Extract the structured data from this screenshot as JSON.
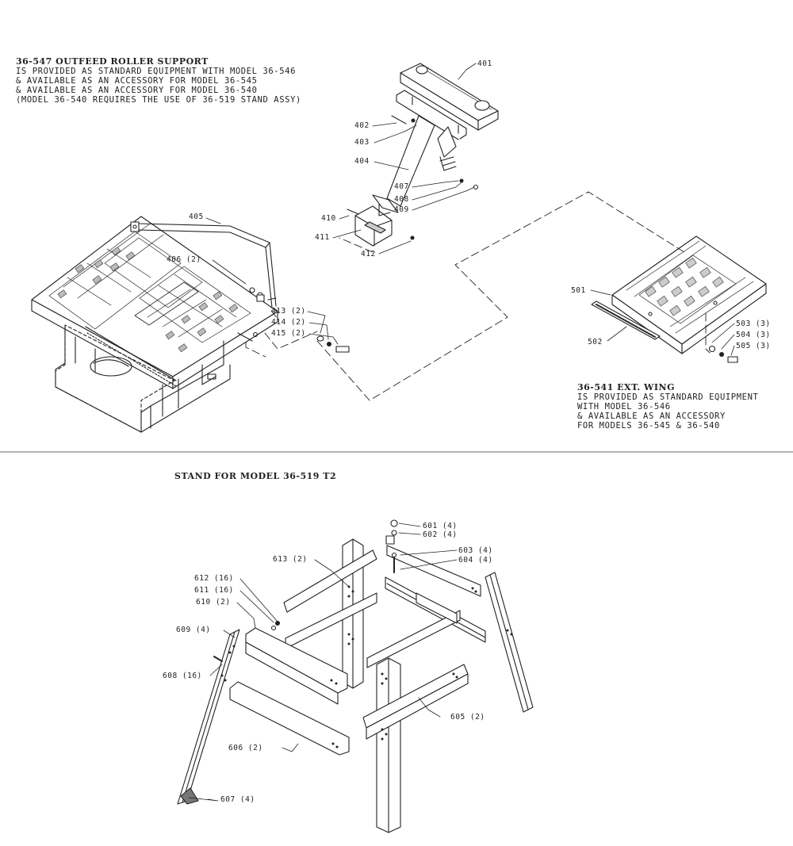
{
  "outfeed": {
    "title": "36-547 OUTFEED ROLLER SUPPORT",
    "lines": [
      "IS PROVIDED AS STANDARD EQUIPMENT WITH MODEL 36-546",
      "& AVAILABLE AS AN ACCESSORY FOR MODEL 36-545",
      "& AVAILABLE AS AN ACCESSORY FOR MODEL 36-540",
      "(MODEL 36-540 REQUIRES THE USE OF 36-519 STAND ASSY)"
    ]
  },
  "wing": {
    "title": "36-541 EXT. WING",
    "lines": [
      "IS PROVIDED AS STANDARD EQUIPMENT",
      "WITH MODEL 36-546",
      "& AVAILABLE AS AN ACCESSORY",
      "FOR MODELS 36-545 & 36-540"
    ]
  },
  "stand": {
    "title": "STAND FOR MODEL 36-519 T2"
  },
  "callouts": {
    "c401": "401",
    "c402": "402",
    "c403": "403",
    "c404": "404",
    "c405": "405",
    "c406": "406 (2)",
    "c407": "407",
    "c408": "408",
    "c409": "409",
    "c410": "410",
    "c411": "411",
    "c412": "412",
    "c413": "413 (2)",
    "c414": "414 (2)",
    "c415": "415 (2)",
    "c501": "501",
    "c502": "502",
    "c503": "503 (3)",
    "c504": "504 (3)",
    "c505": "505 (3)",
    "c601": "601 (4)",
    "c602": "602 (4)",
    "c603": "603 (4)",
    "c604": "604 (4)",
    "c605": "605 (2)",
    "c606": "606 (2)",
    "c607": "607 (4)",
    "c608": "608 (16)",
    "c609": "609 (4)",
    "c610": "610 (2)",
    "c611": "611 (16)",
    "c612": "612 (16)",
    "c613": "613 (2)"
  }
}
